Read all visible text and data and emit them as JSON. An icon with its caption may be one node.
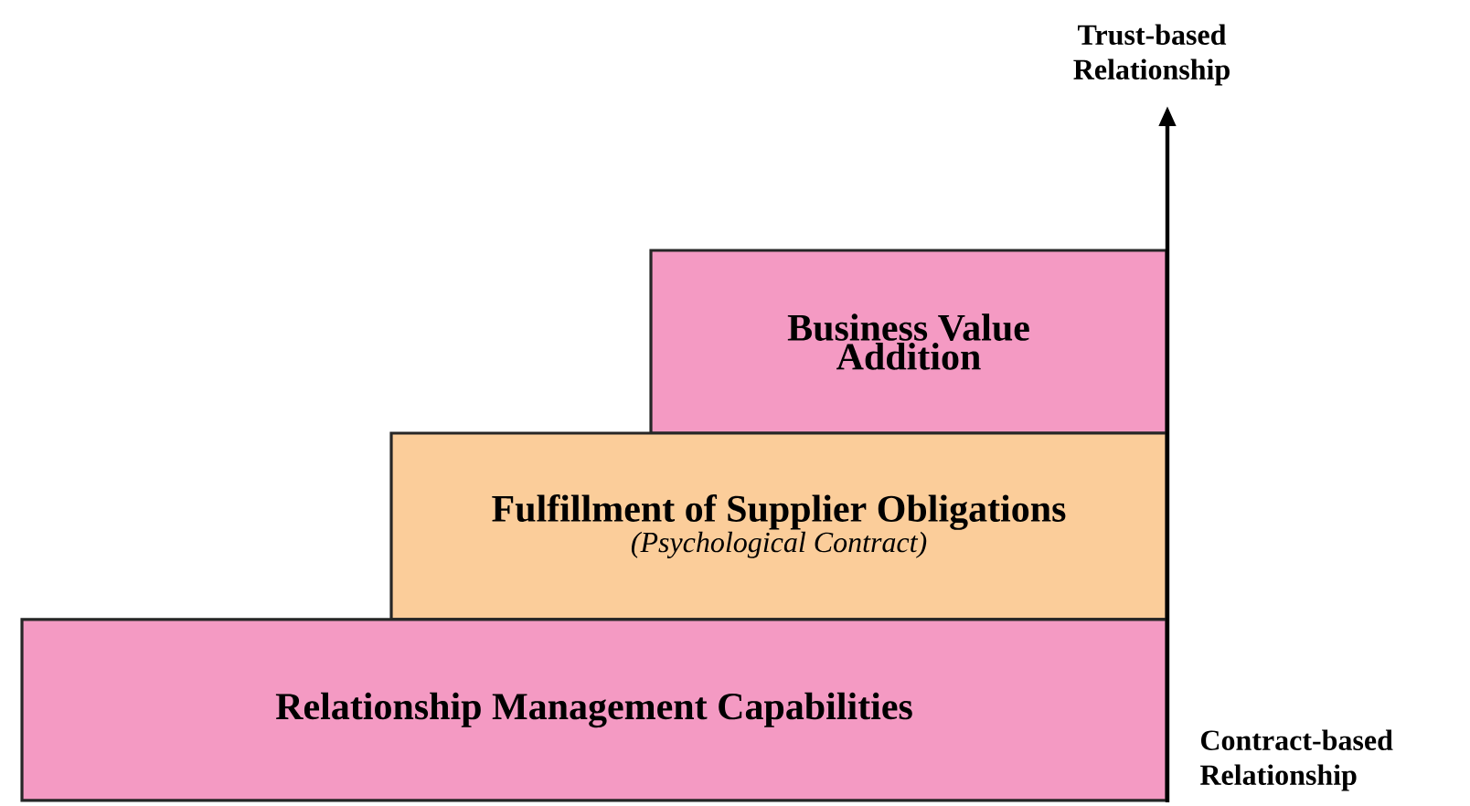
{
  "diagram": {
    "nodes": [
      {
        "text": [
          "Business Value Addition"
        ]
      },
      {
        "text": [
          "Fulfillment of Supplier Obligations",
          "(Psychological Contract)"
        ]
      },
      {
        "text": [
          "Relationship Management Capabilities"
        ]
      }
    ],
    "labels": [
      "Trust-based Relationship",
      "Contract-based Relationship"
    ]
  }
}
